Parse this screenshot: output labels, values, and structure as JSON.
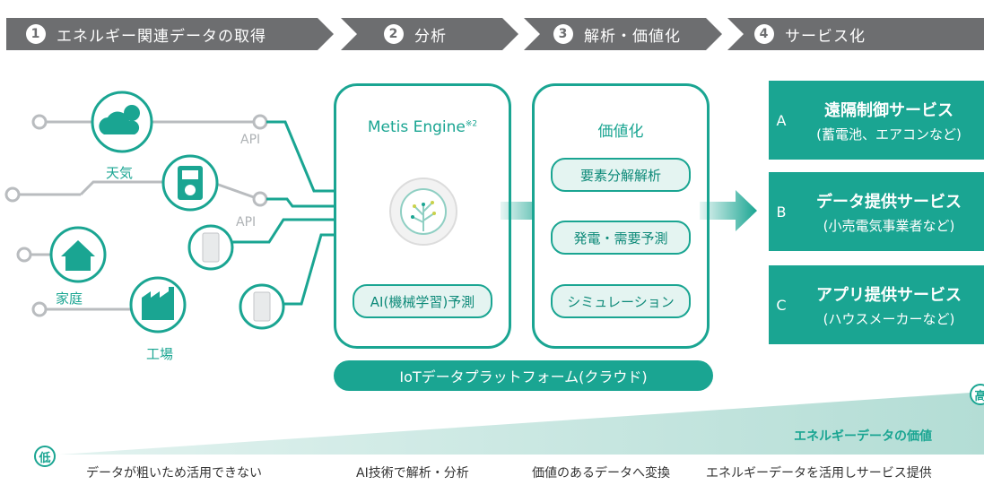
{
  "steps": [
    {
      "num": "1",
      "label": "エネルギー関連データの取得"
    },
    {
      "num": "2",
      "label": "分析"
    },
    {
      "num": "3",
      "label": "解析・価値化"
    },
    {
      "num": "4",
      "label": "サービス化"
    }
  ],
  "sources": {
    "weather": "天気",
    "home": "家庭",
    "factory": "工場",
    "api_1": "API",
    "api_2": "API"
  },
  "engine": {
    "title": "Metis Engine",
    "note": "※2",
    "ai_pill": "AI(機械学習)予測"
  },
  "value_panel": {
    "title": "価値化",
    "items": [
      "要素分解解析",
      "発電・需要予測",
      "シミュレーション"
    ]
  },
  "iot_bar": "IoTデータプラットフォーム(クラウド)",
  "services": [
    {
      "letter": "A",
      "title": "遠隔制御サービス",
      "sub": "(蓄電池、エアコンなど)"
    },
    {
      "letter": "B",
      "title": "データ提供サービス",
      "sub": "(小売電気事業者など)"
    },
    {
      "letter": "C",
      "title": "アプリ提供サービス",
      "sub": "(ハウスメーカーなど)"
    }
  ],
  "value_scale": {
    "low": "低",
    "high": "高",
    "label": "エネルギーデータの価値",
    "captions": [
      "データが粗いため活用できない",
      "AI技術で解析・分析",
      "価値のあるデータへ変換",
      "エネルギーデータを活用しサービス提供"
    ]
  },
  "colors": {
    "accent": "#1aa592",
    "step_bar": "#6d6e70",
    "light_accent": "#e4f4f1",
    "line_gray": "#b9bcbf"
  }
}
